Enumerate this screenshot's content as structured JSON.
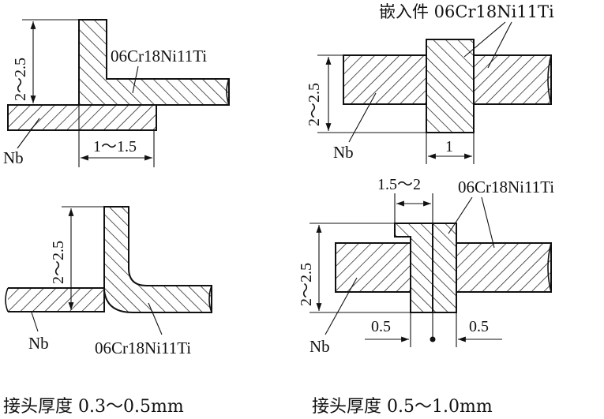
{
  "diagrams": {
    "top_left": {
      "dim_vertical": "2～2.5",
      "dim_horizontal": "1～1.5",
      "material_label": "06Cr18Ni11Ti",
      "base_label": "Nb"
    },
    "top_right": {
      "insert_label": "嵌入件 06Cr18Ni11Ti",
      "dim_vertical": "2～2.5",
      "dim_horizontal": "1",
      "base_label": "Nb"
    },
    "bottom_left": {
      "dim_vertical": "2～2.5",
      "base_label": "Nb",
      "material_label": "06Cr18Ni11Ti"
    },
    "bottom_right": {
      "dim_top": "1.5～2",
      "material_label": "06Cr18Ni11Ti",
      "dim_vertical": "2～2.5",
      "dim_left": "0.5",
      "dim_right": "0.5",
      "base_label": "Nb"
    }
  },
  "captions": {
    "left": "接头厚度 0.3～0.5mm",
    "right": "接头厚度 0.5～1.0mm"
  }
}
